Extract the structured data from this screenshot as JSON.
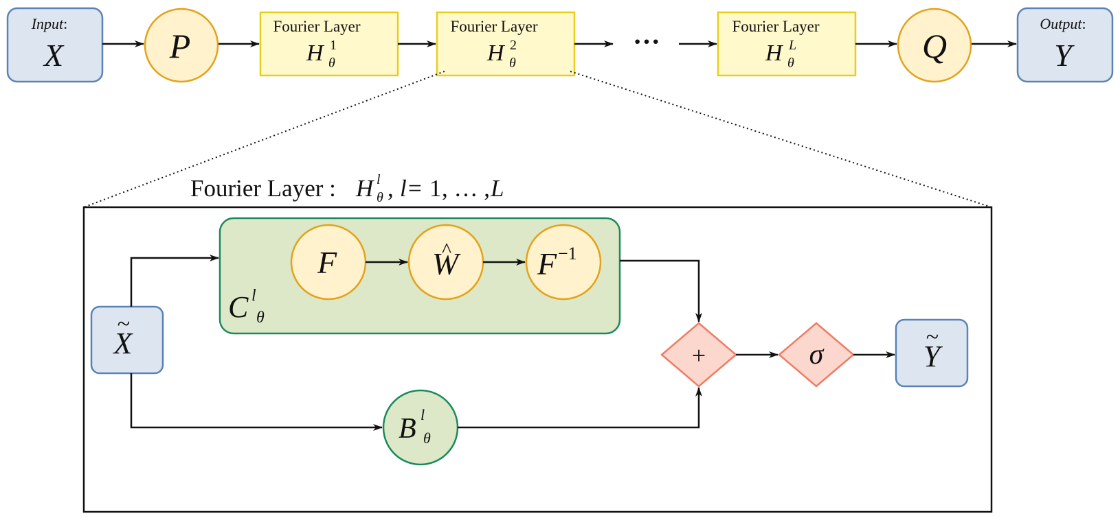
{
  "pipeline": {
    "input_label": "Input",
    "input_colon": ":",
    "input_var": "X",
    "lift_var": "P",
    "layer_label": "Fourier Layer",
    "layer_base": "H",
    "layer_sub": "θ",
    "layer_sups": [
      "1",
      "2",
      "L"
    ],
    "ellipsis": "···",
    "proj_var": "Q",
    "output_label": "Output",
    "output_colon": ":",
    "output_var": "Y"
  },
  "detail": {
    "title_text": "Fourier Layer :",
    "title_base": "H",
    "title_sup": "l",
    "title_sub": "θ",
    "title_comma": ",",
    "title_l": "l",
    "title_eq": "=",
    "title_one": "1",
    "title_range": ", … ,",
    "title_L": "L",
    "input_var": "X",
    "input_tilde": "~",
    "conv_base": "C",
    "conv_sup": "l",
    "conv_sub": "θ",
    "fft_var": "F",
    "weight_var": "W",
    "weight_hat": "^",
    "ifft_var": "F",
    "ifft_sup": "−1",
    "bias_base": "B",
    "bias_sup": "l",
    "bias_sub": "θ",
    "sum_symbol": "+",
    "activation_var": "σ",
    "output_var": "Y",
    "output_tilde": "~"
  },
  "colors": {
    "io_fill": "#dde6f0",
    "io_stroke": "#5b82b6",
    "circle_fill": "#fff2cc",
    "circle_stroke": "#e3a21a",
    "layer_fill": "#fff9cc",
    "layer_stroke": "#e6cf1a",
    "conv_fill": "#dde8c8",
    "conv_stroke": "#1b8a5a",
    "op_fill": "#fbd7cd",
    "op_stroke": "#f07b63"
  }
}
